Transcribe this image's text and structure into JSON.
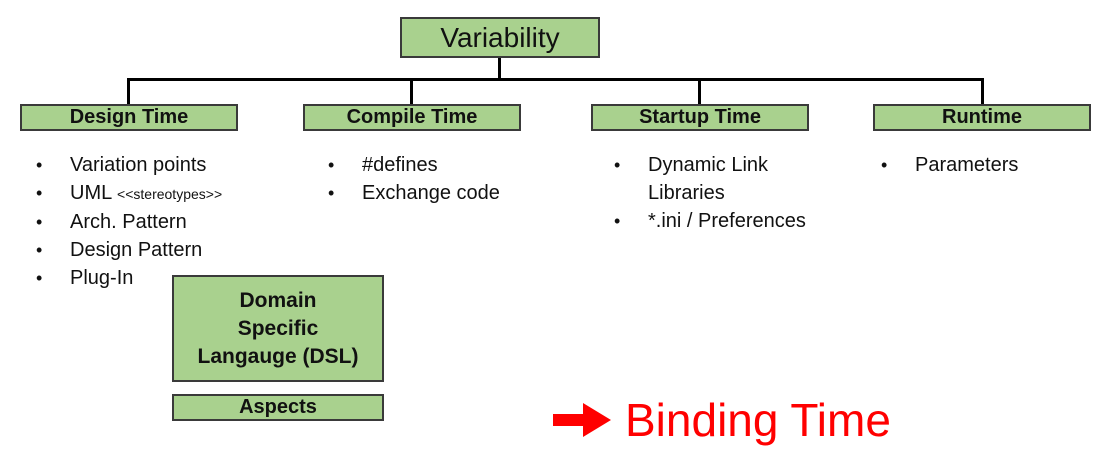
{
  "diagram": {
    "root_label": "Variability",
    "columns": [
      {
        "header": "Design Time",
        "items": [
          {
            "text": "Variation points"
          },
          {
            "text": "UML ",
            "suffix": "<<stereotypes>>"
          },
          {
            "text": "Arch. Pattern"
          },
          {
            "text": "Design Pattern"
          },
          {
            "text": "Plug-In"
          }
        ]
      },
      {
        "header": "Compile Time",
        "items": [
          {
            "text": "#defines"
          },
          {
            "text": "Exchange code"
          }
        ]
      },
      {
        "header": "Startup Time",
        "items": [
          {
            "text": "Dynamic Link Libraries"
          },
          {
            "text": "*.ini / Preferences"
          }
        ]
      },
      {
        "header": "Runtime",
        "items": [
          {
            "text": "Parameters"
          }
        ]
      }
    ],
    "dsl_box": {
      "lines": [
        "Domain",
        "Specific",
        "Langauge (DSL)"
      ]
    },
    "aspects_box": {
      "label": "Aspects"
    },
    "annotation": {
      "icon": "right-arrow-icon",
      "label": "Binding Time",
      "color": "#ff0000"
    },
    "bullet_glyph": "•",
    "colors": {
      "box_fill": "#a9d18e",
      "box_border": "#3a3a3a",
      "connector": "#000000",
      "text": "#111111",
      "annotation": "#ff0000"
    }
  }
}
